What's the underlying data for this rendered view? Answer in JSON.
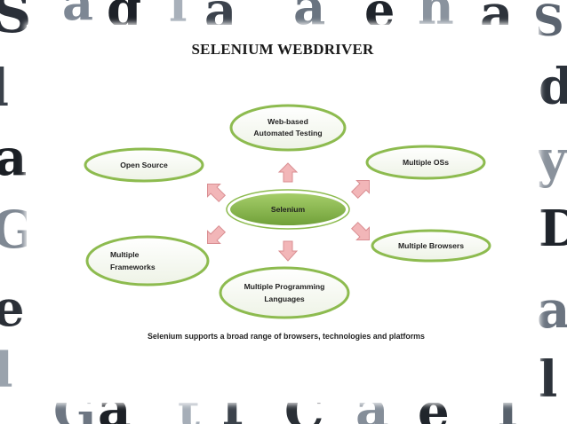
{
  "slide": {
    "title": "SELENIUM WEBDRIVER",
    "caption": "Selenium supports a broad range of browsers, technologies and platforms"
  },
  "diagram": {
    "center": "Selenium",
    "nodes": {
      "web_based": [
        "Web-based",
        "Automated Testing"
      ],
      "open_source": [
        "Open Source"
      ],
      "multiple_oss": [
        "Multiple OSs"
      ],
      "multiple_frameworks": [
        "Multiple",
        "Frameworks"
      ],
      "multiple_browsers": [
        "Multiple Browsers"
      ],
      "multiple_languages": [
        "Multiple Programming",
        "Languages"
      ]
    }
  },
  "colors": {
    "ellipse_border": "#8dbb4f",
    "center_fill": "#86b84a",
    "arrow_fill": "#f2b6b8",
    "arrow_stroke": "#d98e92"
  }
}
